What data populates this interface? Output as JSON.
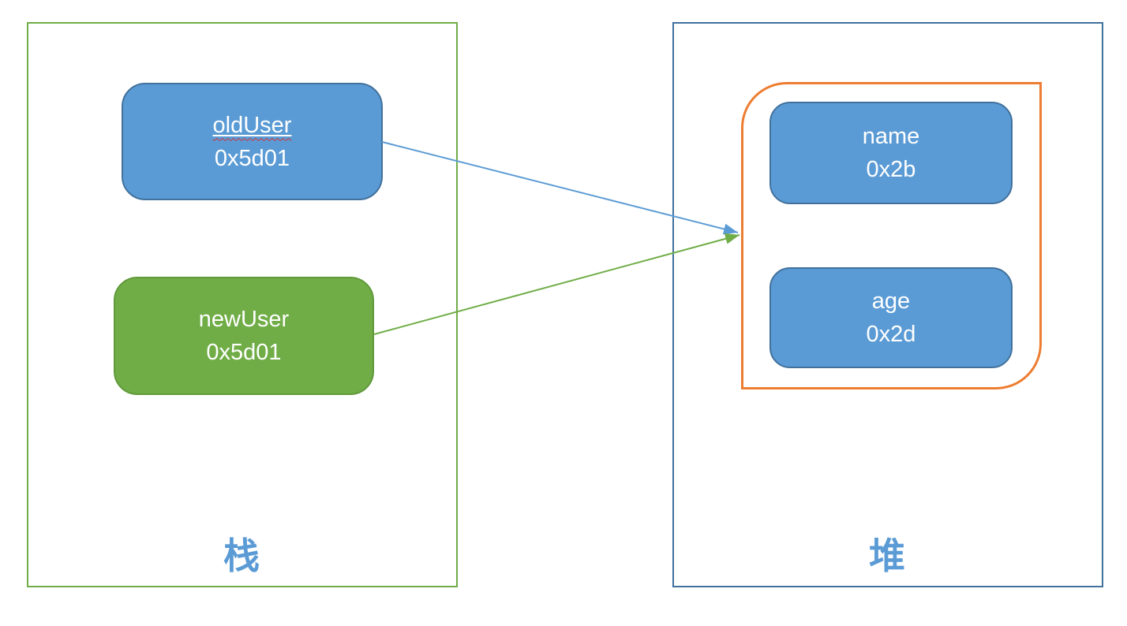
{
  "colors": {
    "blue_fill": "#5B9BD5",
    "blue_stroke": "#41719C",
    "green_fill": "#70AD47",
    "green_stroke": "#61993B",
    "stack_frame_border": "#70AD47",
    "heap_frame_border": "#41719C",
    "object_border": "#ED7D31",
    "label_text": "#5B9BD5",
    "box_text": "#FFFFFF",
    "arrow_blue": "#5B9BD5",
    "arrow_green": "#70AD47",
    "spellcheck_red": "#D13438"
  },
  "stack": {
    "label": "栈",
    "variables": [
      {
        "name": "oldUser",
        "address": "0x5d01"
      },
      {
        "name": "newUser",
        "address": "0x5d01"
      }
    ]
  },
  "heap": {
    "label": "堆",
    "object": {
      "fields": [
        {
          "name": "name",
          "address": "0x2b"
        },
        {
          "name": "age",
          "address": "0x2d"
        }
      ]
    }
  }
}
